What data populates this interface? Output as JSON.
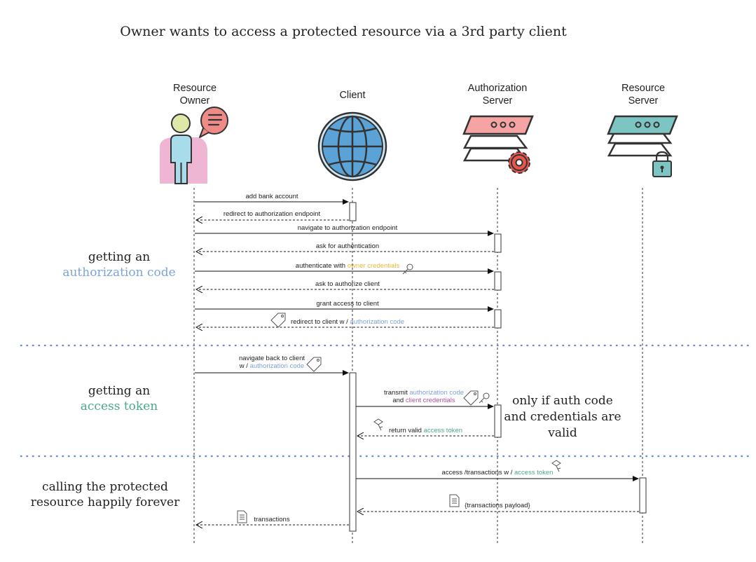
{
  "title": "Owner wants to access a protected resource via a 3rd party client",
  "actors": {
    "owner": "Resource\nOwner",
    "client": "Client",
    "auth_server": "Authorization\nServer",
    "resource_server": "Resource\nServer"
  },
  "phases": {
    "p1_line1": "getting an",
    "p1_line2": "authorization code",
    "p2_line1": "getting an",
    "p2_line2": "access token",
    "p3_line1": "calling the protected",
    "p3_line2": "resource happily forever"
  },
  "note": "only if auth code\nand credentials are\nvalid",
  "messages": {
    "m1": "add bank account",
    "m2": "redirect to authorization endpoint",
    "m3": "navigate to authorization endpoint",
    "m4": "ask for authentication",
    "m5_a": "authenticate with ",
    "m5_b": "owner credentials",
    "m6": "ask to authorize client",
    "m7": "grant access to client",
    "m8_a": "redirect to client w / ",
    "m8_b": "authorization code",
    "m9_line1": "navigate back to client",
    "m9_a": "w / ",
    "m9_b": "authorization code",
    "m10_a": "transmit ",
    "m10_b": "authorization code",
    "m10_c": "and ",
    "m10_d": "client credentials",
    "m11_a": "return valid ",
    "m11_b": "access token",
    "m12_a": "access /transactions w / ",
    "m12_b": "access token",
    "m13": "{transactions payload}",
    "m14": "transactions"
  },
  "icons": [
    "person-icon",
    "speech-bubble-icon",
    "globe-icon",
    "server-stack-icon",
    "gear-icon",
    "lock-icon",
    "key-icon",
    "tag-icon",
    "document-icon"
  ],
  "colors": {
    "authorization_code": "#7ea3d9",
    "access_token": "#4aa98c",
    "owner_credentials": "#f2b63a",
    "client_credentials": "#b5549a",
    "server_auth": "#f5a3a3",
    "server_resource": "#7cc5c2",
    "globe": "#5ba3d6",
    "person_bg": "#eeb6d3",
    "person_body": "#a8dcea",
    "person_head": "#dfe8a8",
    "bubble": "#ef8b86"
  }
}
